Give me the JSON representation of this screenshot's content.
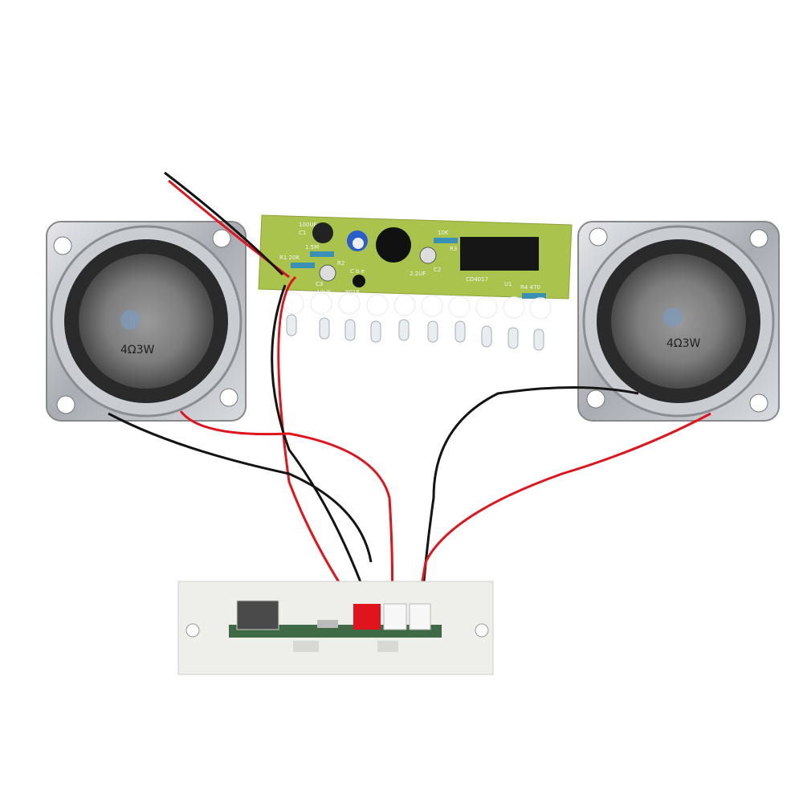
{
  "speakers": {
    "left_label": "4Ω3W",
    "right_label": "4Ω3W"
  },
  "pcb": {
    "labels": {
      "c1_value": "100UF",
      "c1": "C1",
      "r_15m": "1.5M",
      "r1": "R1 20K",
      "r2": "R2",
      "c3": "C3",
      "c3_value": "10UF",
      "transistor": "9018",
      "pins": "C b e",
      "r3_value": "10K",
      "r3": "R3",
      "c2": "C2",
      "c2_value": "2.2UF",
      "ic": "CD4017",
      "u1": "U1",
      "r4": "R4 470"
    }
  },
  "colors": {
    "pcb": "#a9c34c",
    "wire_red": "#e0141c",
    "wire_black": "#141414",
    "module": "#eeeeea"
  }
}
